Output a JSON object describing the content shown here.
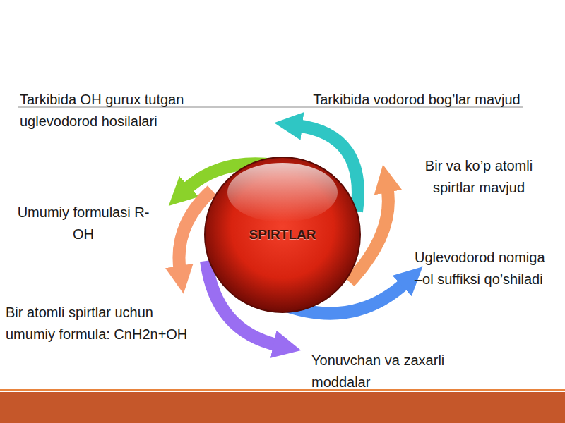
{
  "diagram": {
    "nodes": [
      {
        "text": [
          "SPIRTLAR"
        ]
      }
    ],
    "labels": [
      "Tarkibida OH gurux tutgan uglevodorod hosilalari",
      "Tarkibida vodorod bog’lar mavjud",
      "Bir va ko’p atomli spirtlar mavjud",
      "Umumiy formulasi R-OH",
      "Uglevodorod nomiga –ol suffiksi qo’shiladi",
      "Bir atomli spirtlar uchun umumiy formula: CnH2n+OH",
      "Yonuvchan va zaxarli moddalar"
    ]
  }
}
